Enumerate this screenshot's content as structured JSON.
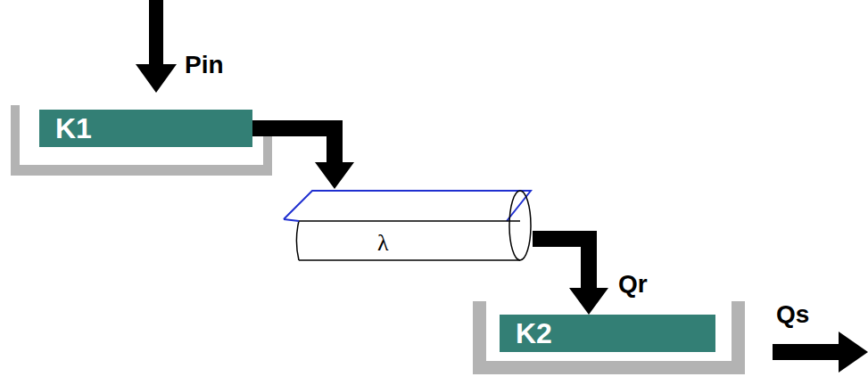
{
  "diagram": {
    "nodes": [
      {
        "text": [
          "K1"
        ]
      },
      {
        "text": [
          "λ"
        ]
      },
      {
        "text": [
          "K2"
        ]
      }
    ],
    "edges": [
      {
        "from": 0,
        "to": 1,
        "arrow": "to"
      },
      {
        "from": 1,
        "to": 2,
        "label": "Qr",
        "arrow": "to"
      }
    ],
    "labels": [
      "Pin",
      "Qs"
    ]
  }
}
